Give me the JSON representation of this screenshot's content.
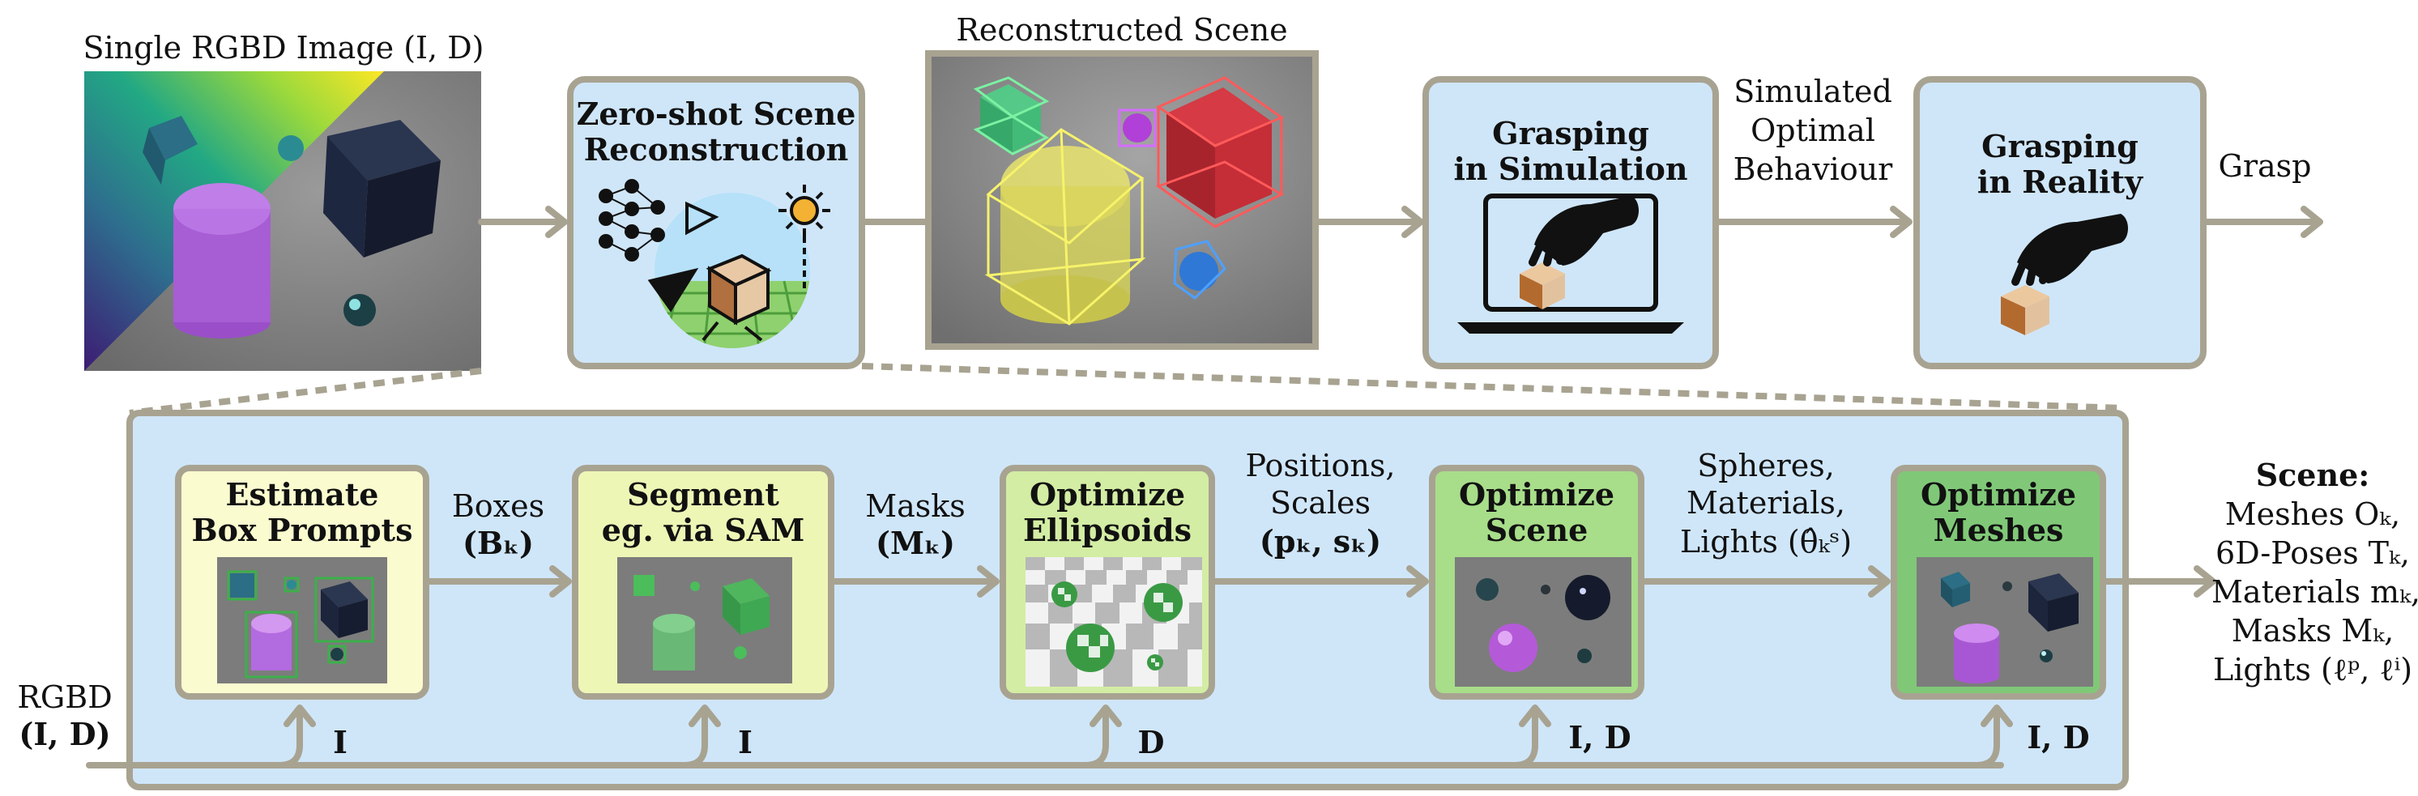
{
  "top": {
    "input_label": "Single RGBD Image (I, D)",
    "zero_shot_title_1": "Zero-shot Scene",
    "zero_shot_title_2": "Reconstruction",
    "reconstructed_label": "Reconstructed Scene",
    "grasp_sim_title_1": "Grasping",
    "grasp_sim_title_2": "in Simulation",
    "sim_behaviour_1": "Simulated",
    "sim_behaviour_2": "Optimal",
    "sim_behaviour_3": "Behaviour",
    "grasp_real_title_1": "Grasping",
    "grasp_real_title_2": "in Reality",
    "grasp_label": "Grasp"
  },
  "pipeline": {
    "rgbd_label_1": "RGBD",
    "rgbd_label_2": "(I, D)",
    "stages": [
      {
        "title_1": "Estimate",
        "title_2": "Box Prompts",
        "input": "I",
        "color": "#fbfbd0"
      },
      {
        "title_1": "Segment",
        "title_2": "eg. via SAM",
        "input": "I",
        "color": "#eef6b6"
      },
      {
        "title_1": "Optimize",
        "title_2": "Ellipsoids",
        "input": "D",
        "color": "#d3eda4"
      },
      {
        "title_1": "Optimize",
        "title_2": "Scene",
        "input": "I, D",
        "color": "#a8dd8a"
      },
      {
        "title_1": "Optimize",
        "title_2": "Meshes",
        "input": "I, D",
        "color": "#80c878"
      }
    ],
    "edges": [
      {
        "line_1": "Boxes",
        "line_2": "(Bₖ)"
      },
      {
        "line_1": "Masks",
        "line_2": "(Mₖ)"
      },
      {
        "line_1": "Positions,",
        "line_2": "Scales",
        "line_3": "(pₖ, sₖ)"
      },
      {
        "line_1": "Spheres,",
        "line_2": "Materials,",
        "line_3": "Lights (θ̂ₖˢ)"
      }
    ],
    "output": {
      "title": "Scene:",
      "lines": [
        "Meshes Oₖ,",
        "6D-Poses Tₖ,",
        "Materials mₖ,",
        "Masks Mₖ,",
        "Lights (ℓᵖ, ℓⁱ)"
      ]
    }
  },
  "colors": {
    "frame": "#a8a391",
    "panel_blue": "#cfe6f9",
    "arrow": "#a8a391"
  }
}
